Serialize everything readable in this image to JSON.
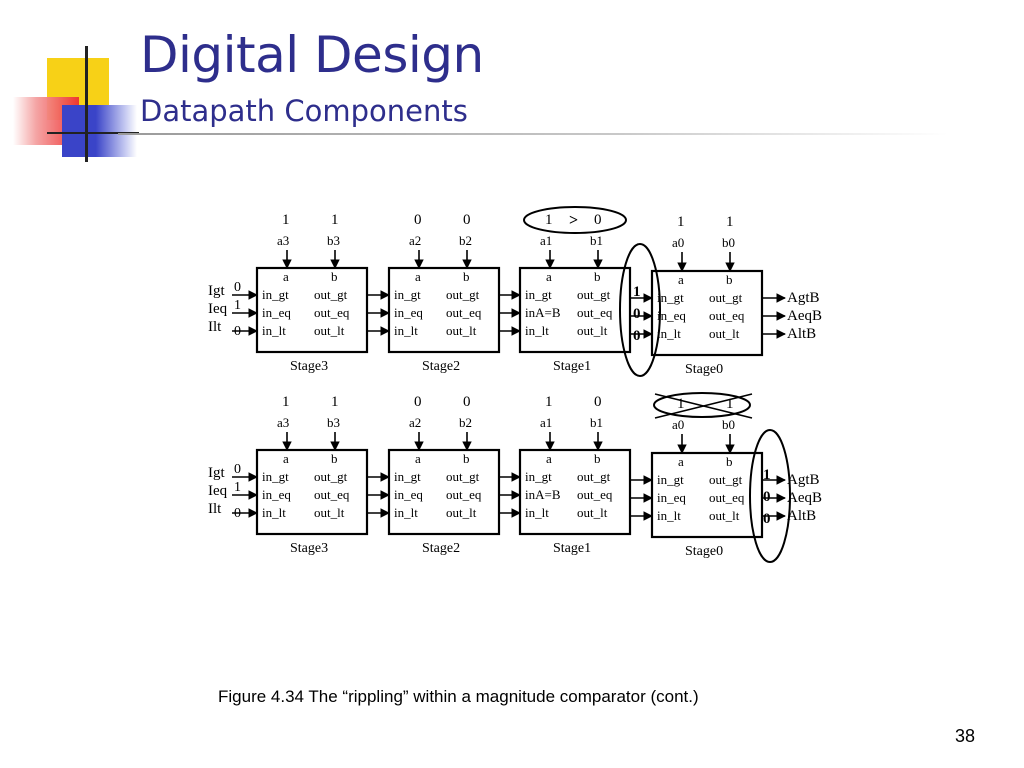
{
  "slide": {
    "title": "Digital Design",
    "subtitle": "Datapath Components",
    "caption": "Figure 4.34 The “rippling” within a magnitude comparator (cont.)",
    "page_number": "38"
  },
  "colors": {
    "title": "#2e2e8c",
    "logo_yellow": "#f7d117",
    "logo_red": "#ee3030",
    "logo_blue": "#3a44c8"
  },
  "comparator_top": {
    "external_inputs": [
      {
        "label": "Igt",
        "value": "0"
      },
      {
        "label": "Ieq",
        "value": "1"
      },
      {
        "label": "Ilt",
        "value": "0"
      }
    ],
    "stages": [
      {
        "name": "Stage3",
        "a_value": "1",
        "b_value": "1",
        "a_name": "a3",
        "b_name": "b3",
        "in_eq": "in_eq"
      },
      {
        "name": "Stage2",
        "a_value": "0",
        "b_value": "0",
        "a_name": "a2",
        "b_name": "b2",
        "in_eq": "in_eq"
      },
      {
        "name": "Stage1",
        "a_value": "1",
        "b_value": "0",
        "a_name": "a1",
        "b_name": "b1",
        "in_eq": "inA=B"
      },
      {
        "name": "Stage0",
        "a_value": "1",
        "b_value": "1",
        "a_name": "a0",
        "b_name": "b0",
        "in_eq": "in_eq"
      }
    ],
    "compare_symbol": ">",
    "stage0_inputs": [
      "1",
      "0",
      "0"
    ],
    "outputs": [
      "AgtB",
      "AeqB",
      "AltB"
    ]
  },
  "comparator_bottom": {
    "external_inputs": [
      {
        "label": "Igt",
        "value": "0"
      },
      {
        "label": "Ieq",
        "value": "1"
      },
      {
        "label": "Ilt",
        "value": "0"
      }
    ],
    "stages": [
      {
        "name": "Stage3",
        "a_value": "1",
        "b_value": "1",
        "a_name": "a3",
        "b_name": "b3",
        "in_eq": "in_eq"
      },
      {
        "name": "Stage2",
        "a_value": "0",
        "b_value": "0",
        "a_name": "a2",
        "b_name": "b2",
        "in_eq": "in_eq"
      },
      {
        "name": "Stage1",
        "a_value": "1",
        "b_value": "0",
        "a_name": "a1",
        "b_name": "b1",
        "in_eq": "inA=B"
      },
      {
        "name": "Stage0",
        "a_value": "1",
        "b_value": "1",
        "a_name": "a0",
        "b_name": "b0",
        "in_eq": "in_eq"
      }
    ],
    "output_values": [
      "1",
      "0",
      "0"
    ],
    "outputs": [
      "AgtB",
      "AeqB",
      "AltB"
    ]
  },
  "port_labels": {
    "a": "a",
    "b": "b",
    "in_gt": "in_gt",
    "in_lt": "in_lt",
    "out_gt": "out_gt",
    "out_eq": "out_eq",
    "out_lt": "out_lt"
  }
}
